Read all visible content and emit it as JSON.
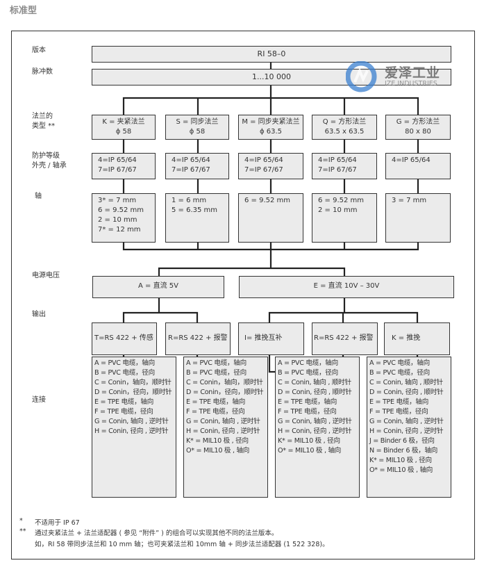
{
  "title": "标准型",
  "labels": {
    "version": "版本",
    "pulses": "脉冲数",
    "flange_1": "法兰的",
    "flange_2": "类型 **",
    "protection_1": "防护等级",
    "protection_2": "外壳 / 轴承",
    "shaft": "轴",
    "supply": "电源电压",
    "output": "输出",
    "connection": "连接"
  },
  "version": "RI 58–0",
  "pulses": "1...10 000",
  "flanges": [
    {
      "line1": "K = 夹紧法兰",
      "line2": "ϕ 58"
    },
    {
      "line1": "S = 同步法兰",
      "line2": "ϕ 58"
    },
    {
      "line1": "M = 同步夹紧法兰",
      "line2": "ϕ 63.5"
    },
    {
      "line1": "Q = 方形法兰",
      "line2": "63.5 x 63.5"
    },
    {
      "line1": "G = 方形法兰",
      "line2": "80 x 80"
    }
  ],
  "protection": [
    [
      "4=IP 65/64",
      "7=IP 67/67"
    ],
    [
      "4=IP 65/64",
      "7=IP 67/67"
    ],
    [
      "4=IP 65/64",
      "7=IP 67/67"
    ],
    [
      "4=IP 65/64",
      "7=IP 67/67"
    ],
    [
      "4=IP 65/64"
    ]
  ],
  "shafts": [
    [
      "3* = 7 mm",
      "6 = 9.52 mm",
      "2 = 10 mm",
      "7* = 12 mm"
    ],
    [
      "1 = 6 mm",
      "5 = 6.35 mm"
    ],
    [
      "6 = 9.52 mm"
    ],
    [
      "6 = 9.52 mm",
      "2 = 10 mm"
    ],
    [
      "3 = 7 mm"
    ]
  ],
  "supply": [
    "A = 直流 5V",
    "E = 直流 10V – 30V"
  ],
  "outputs": [
    "T=RS 422 + 传感",
    "R=RS 422 + 报警",
    "I= 推挽互补",
    "R=RS 422 + 报警",
    "K = 推挽"
  ],
  "connections": [
    [
      "A = PVC 电缆，轴向",
      "B = PVC 电缆，径向",
      "C = Conin，轴向，顺时针",
      "D = Conin，径向，顺时针",
      "E = TPE 电缆，轴向",
      "F = TPE 电缆，径向",
      "G = Conin, 轴向 , 逆时针",
      "H = Conin, 径向 , 逆时针"
    ],
    [
      "A = PVC 电缆，轴向",
      "B = PVC 电缆，径向",
      "C = Conin，轴向，顺时针",
      "D = Conin，径向，顺时针",
      "E = TPE 电缆，轴向",
      "F = TPE 电缆，径向",
      "G = Conin, 轴向 , 逆时针",
      "H = Conin, 径向 , 逆时针",
      "K* = MIL10 极 , 径向",
      "O* = MIL10 极 , 轴向"
    ],
    [
      "A = PVC 电缆，轴向",
      "B = PVC 电缆，径向",
      "C = Conin, 轴向 , 顺时针",
      "D = Conin, 径向 , 顺时针",
      "E = TPE 电缆，轴向",
      "F = TPE 电缆，径向",
      "G = Conin, 轴向 , 逆时针",
      "H = Conin, 径向 , 逆时针",
      "K* = MIL10 极 , 径向",
      "O* = MIL10 极 , 轴向"
    ],
    [
      "A = PVC 电缆，轴向",
      "B = PVC 电缆，径向",
      "C = Conin, 轴向 , 顺时针",
      "D = Conin, 径向 , 顺时针",
      "E = TPE 电缆，轴向",
      "F = TPE 电缆，径向",
      "G = Conin, 轴向 , 逆时针",
      "H = Conin, 径向 , 逆时针",
      "J = Binder 6 极，径向",
      "N = Binder 6 极，轴向",
      "K* = MIL10 极 , 径向",
      "O* = MIL10 极 , 轴向"
    ]
  ],
  "footnotes": [
    {
      "mark": "*",
      "text": "不适用于 IP 67"
    },
    {
      "mark": "**",
      "text": "通过夹紧法兰 + 法兰适配器 ( 参见 “附件” ) 的组合可以实现其他不同的法兰版本。"
    },
    {
      "mark": "",
      "text": "如，RI 58 带同步法兰和 10 mm 轴；也可夹紧法兰和 10mm 轴 + 同步法兰适配器 (1 522 328)。"
    }
  ],
  "watermark": {
    "cn": "爱泽工业",
    "en": "IZE INDUSTRIES",
    "color": "#3a7fd0"
  },
  "colors": {
    "box_fill": "#ebebeb",
    "line": "#222222",
    "title": "#8a8a8a"
  }
}
